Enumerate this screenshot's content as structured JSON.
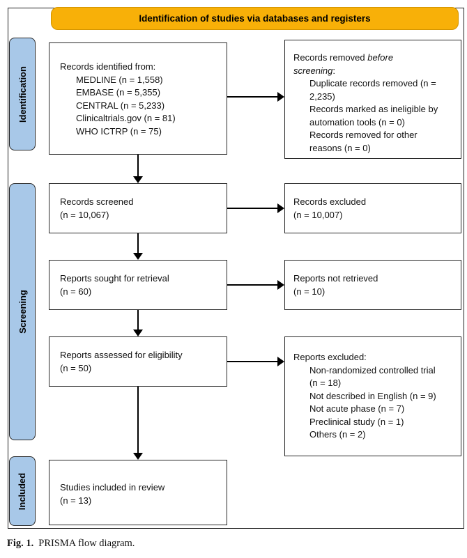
{
  "banner": {
    "title": "Identification of studies via databases and registers"
  },
  "stages": [
    {
      "label": "Identification"
    },
    {
      "label": "Screening"
    },
    {
      "label": "Included"
    }
  ],
  "boxes": {
    "identified": {
      "header": "Records identified from:",
      "items": [
        "MEDLINE (n = 1,558)",
        "EMBASE (n = 5,355)",
        "CENTRAL (n = 5,233)",
        "Clinicaltrials.gov (n = 81)",
        "WHO ICTRP (n = 75)"
      ]
    },
    "removed": {
      "header_prefix": "Records removed ",
      "header_italic": "before screening",
      "header_suffix": ":",
      "items": [
        "Duplicate records removed (n = 2,235)",
        "Records marked as ineligible by automation tools (n = 0)",
        "Records removed for other reasons (n = 0)"
      ]
    },
    "screened": {
      "line1": "Records screened",
      "line2": "(n = 10,067)"
    },
    "records_excluded": {
      "line1": "Records excluded",
      "line2": "(n = 10,007)"
    },
    "sought": {
      "line1": "Reports sought for retrieval",
      "line2": "(n = 60)"
    },
    "not_retrieved": {
      "line1": "Reports not retrieved",
      "line2": "(n = 10)"
    },
    "assessed": {
      "line1": "Reports assessed for eligibility",
      "line2": "(n = 50)"
    },
    "reports_excluded": {
      "header": "Reports excluded:",
      "items": [
        "Non-randomized controlled trial (n = 18)",
        "Not described in English (n = 9)",
        "Not acute phase (n = 7)",
        "Preclinical study (n = 1)",
        "Others (n = 2)"
      ]
    },
    "included": {
      "line1": "Studies included in review",
      "line2": "(n = 13)"
    }
  },
  "caption": {
    "label": "Fig. 1.",
    "text": "PRISMA flow diagram."
  },
  "colors": {
    "banner_bg": "#F8B008",
    "banner_border": "#D29400",
    "stage_bg": "#A8C8E8",
    "box_border": "#262626",
    "arrow": "#000000"
  }
}
